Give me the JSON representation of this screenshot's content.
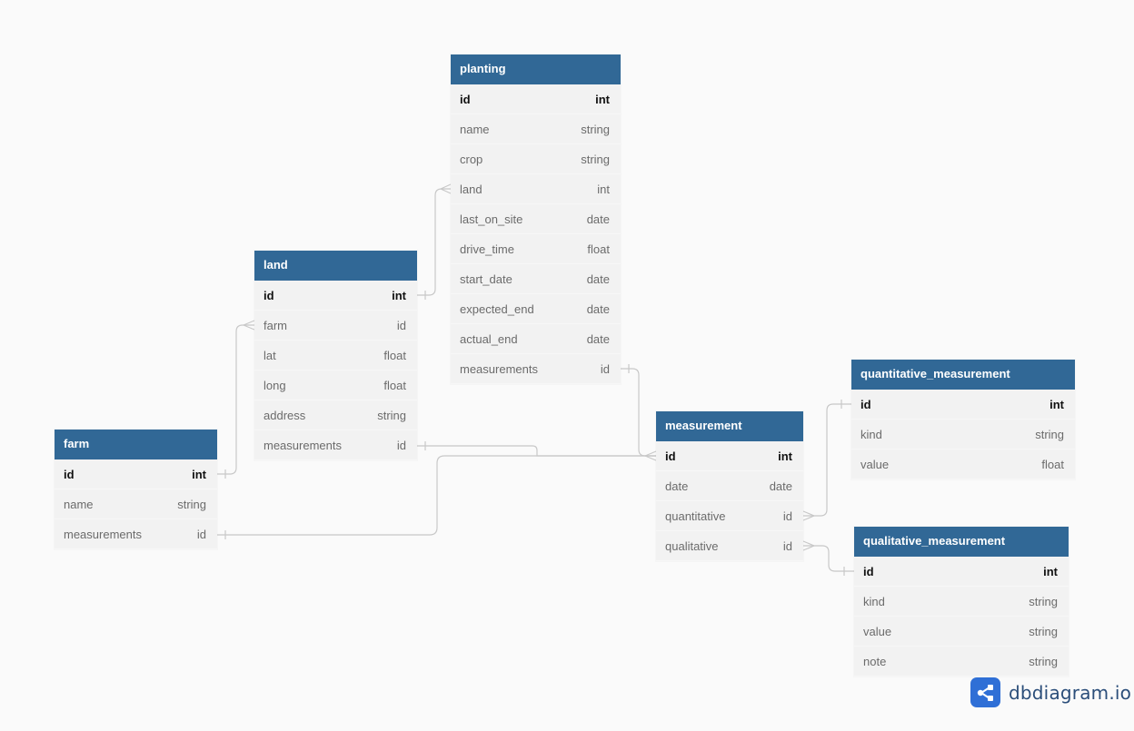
{
  "tables": [
    {
      "key": "planting",
      "name": "planting",
      "columns": [
        {
          "name": "id",
          "type": "int",
          "pk": true
        },
        {
          "name": "name",
          "type": "string"
        },
        {
          "name": "crop",
          "type": "string"
        },
        {
          "name": "land",
          "type": "int"
        },
        {
          "name": "last_on_site",
          "type": "date"
        },
        {
          "name": "drive_time",
          "type": "float"
        },
        {
          "name": "start_date",
          "type": "date"
        },
        {
          "name": "expected_end",
          "type": "date"
        },
        {
          "name": "actual_end",
          "type": "date"
        },
        {
          "name": "measurements",
          "type": "id"
        }
      ]
    },
    {
      "key": "land",
      "name": "land",
      "columns": [
        {
          "name": "id",
          "type": "int",
          "pk": true
        },
        {
          "name": "farm",
          "type": "id"
        },
        {
          "name": "lat",
          "type": "float"
        },
        {
          "name": "long",
          "type": "float"
        },
        {
          "name": "address",
          "type": "string"
        },
        {
          "name": "measurements",
          "type": "id"
        }
      ]
    },
    {
      "key": "farm",
      "name": "farm",
      "columns": [
        {
          "name": "id",
          "type": "int",
          "pk": true
        },
        {
          "name": "name",
          "type": "string"
        },
        {
          "name": "measurements",
          "type": "id"
        }
      ]
    },
    {
      "key": "measurement",
      "name": "measurement",
      "columns": [
        {
          "name": "id",
          "type": "int",
          "pk": true
        },
        {
          "name": "date",
          "type": "date"
        },
        {
          "name": "quantitative",
          "type": "id"
        },
        {
          "name": "qualitative",
          "type": "id"
        }
      ]
    },
    {
      "key": "quantitative_measurement",
      "name": "quantitative_measurement",
      "columns": [
        {
          "name": "id",
          "type": "int",
          "pk": true
        },
        {
          "name": "kind",
          "type": "string"
        },
        {
          "name": "value",
          "type": "float"
        }
      ]
    },
    {
      "key": "qualitative_measurement",
      "name": "qualitative_measurement",
      "columns": [
        {
          "name": "id",
          "type": "int",
          "pk": true
        },
        {
          "name": "kind",
          "type": "string"
        },
        {
          "name": "value",
          "type": "string"
        },
        {
          "name": "note",
          "type": "string"
        }
      ]
    }
  ],
  "relations": [
    {
      "from": "land.id",
      "to": "planting.land",
      "type": "one-to-many"
    },
    {
      "from": "farm.id",
      "to": "land.farm",
      "type": "one-to-many"
    },
    {
      "from": "planting.measurements",
      "to": "measurement.id",
      "type": "one-to-many"
    },
    {
      "from": "land.measurements",
      "to": "measurement.id",
      "type": "one-to-many"
    },
    {
      "from": "farm.measurements",
      "to": "measurement.id",
      "type": "one-to-many"
    },
    {
      "from": "quantitative_measurement.id",
      "to": "measurement.quantitative",
      "type": "one-to-many"
    },
    {
      "from": "qualitative_measurement.id",
      "to": "measurement.qualitative",
      "type": "one-to-many"
    }
  ],
  "branding": {
    "logo_text": "dbdiagram.io"
  },
  "colors": {
    "header": "#316896",
    "body": "#f2f2f2",
    "connector": "#c7c7c7",
    "logo": "#2f6fd6"
  }
}
